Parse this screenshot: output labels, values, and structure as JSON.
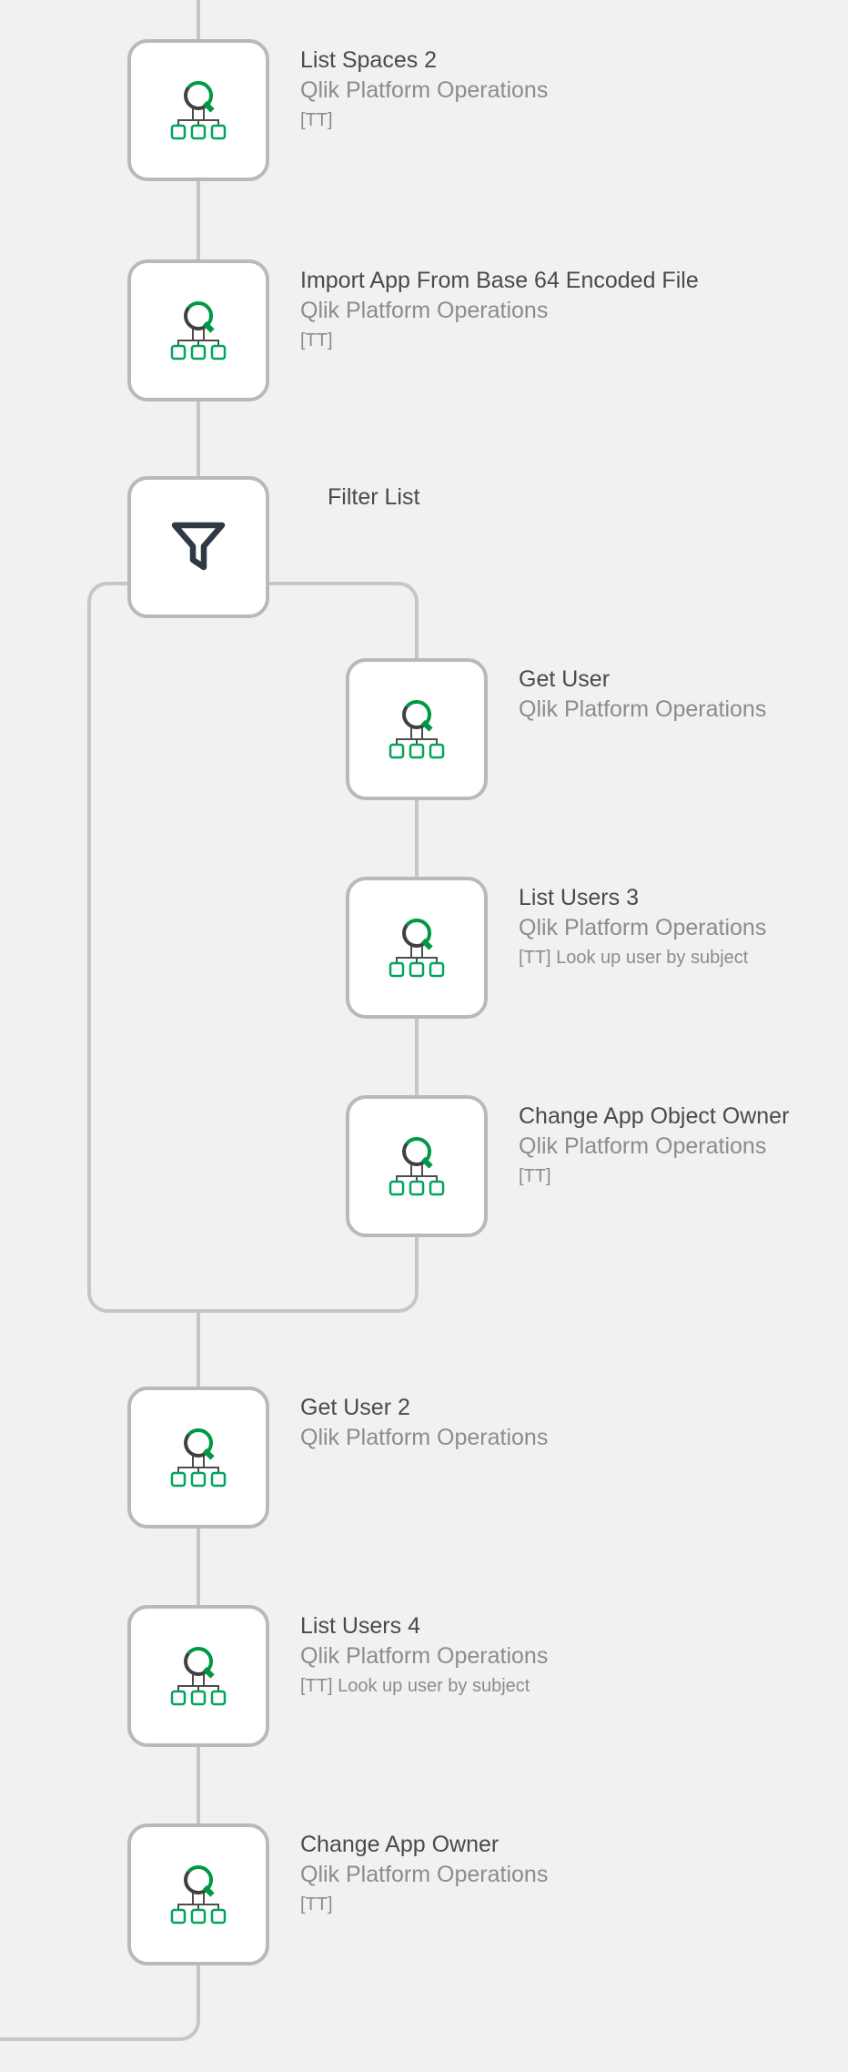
{
  "canvas": {
    "description": "Automation workflow canvas with sequential blocks and a filter loop branch"
  },
  "colors": {
    "background": "#f1f1f1",
    "connector": "#c6c6c6",
    "node_border": "#b9b9b9",
    "node_bg": "#ffffff",
    "title_text": "#4a4a4a",
    "subtitle_text": "#8c8c8c",
    "qlik_green": "#009845",
    "qlik_green_light": "#00a55c",
    "icon_wire": "#4d4d4d",
    "icon_gray": "#404040",
    "funnel_dark": "#2d3a45"
  },
  "nodes": [
    {
      "title": "List Spaces 2",
      "subtitle": "Qlik Platform Operations",
      "detail": "[TT]",
      "icon": "qlik-platform-operations-icon"
    },
    {
      "title": "Import App From Base 64 Encoded File",
      "subtitle": "Qlik Platform Operations",
      "detail": "[TT]",
      "icon": "qlik-platform-operations-icon"
    },
    {
      "title": "Filter List",
      "icon": "filter-icon"
    },
    {
      "title": "Get User",
      "subtitle": "Qlik Platform Operations",
      "icon": "qlik-platform-operations-icon"
    },
    {
      "title": "List Users 3",
      "subtitle": "Qlik Platform Operations",
      "detail": "[TT] Look up user by subject",
      "icon": "qlik-platform-operations-icon"
    },
    {
      "title": "Change App Object Owner",
      "subtitle": "Qlik Platform Operations",
      "detail": "[TT]",
      "icon": "qlik-platform-operations-icon"
    },
    {
      "title": "Get User 2",
      "subtitle": "Qlik Platform Operations",
      "icon": "qlik-platform-operations-icon"
    },
    {
      "title": "List Users 4",
      "subtitle": "Qlik Platform Operations",
      "detail": "[TT] Look up user by subject",
      "icon": "qlik-platform-operations-icon"
    },
    {
      "title": "Change App Owner",
      "subtitle": "Qlik Platform Operations",
      "detail": "[TT]",
      "icon": "qlik-platform-operations-icon"
    }
  ]
}
